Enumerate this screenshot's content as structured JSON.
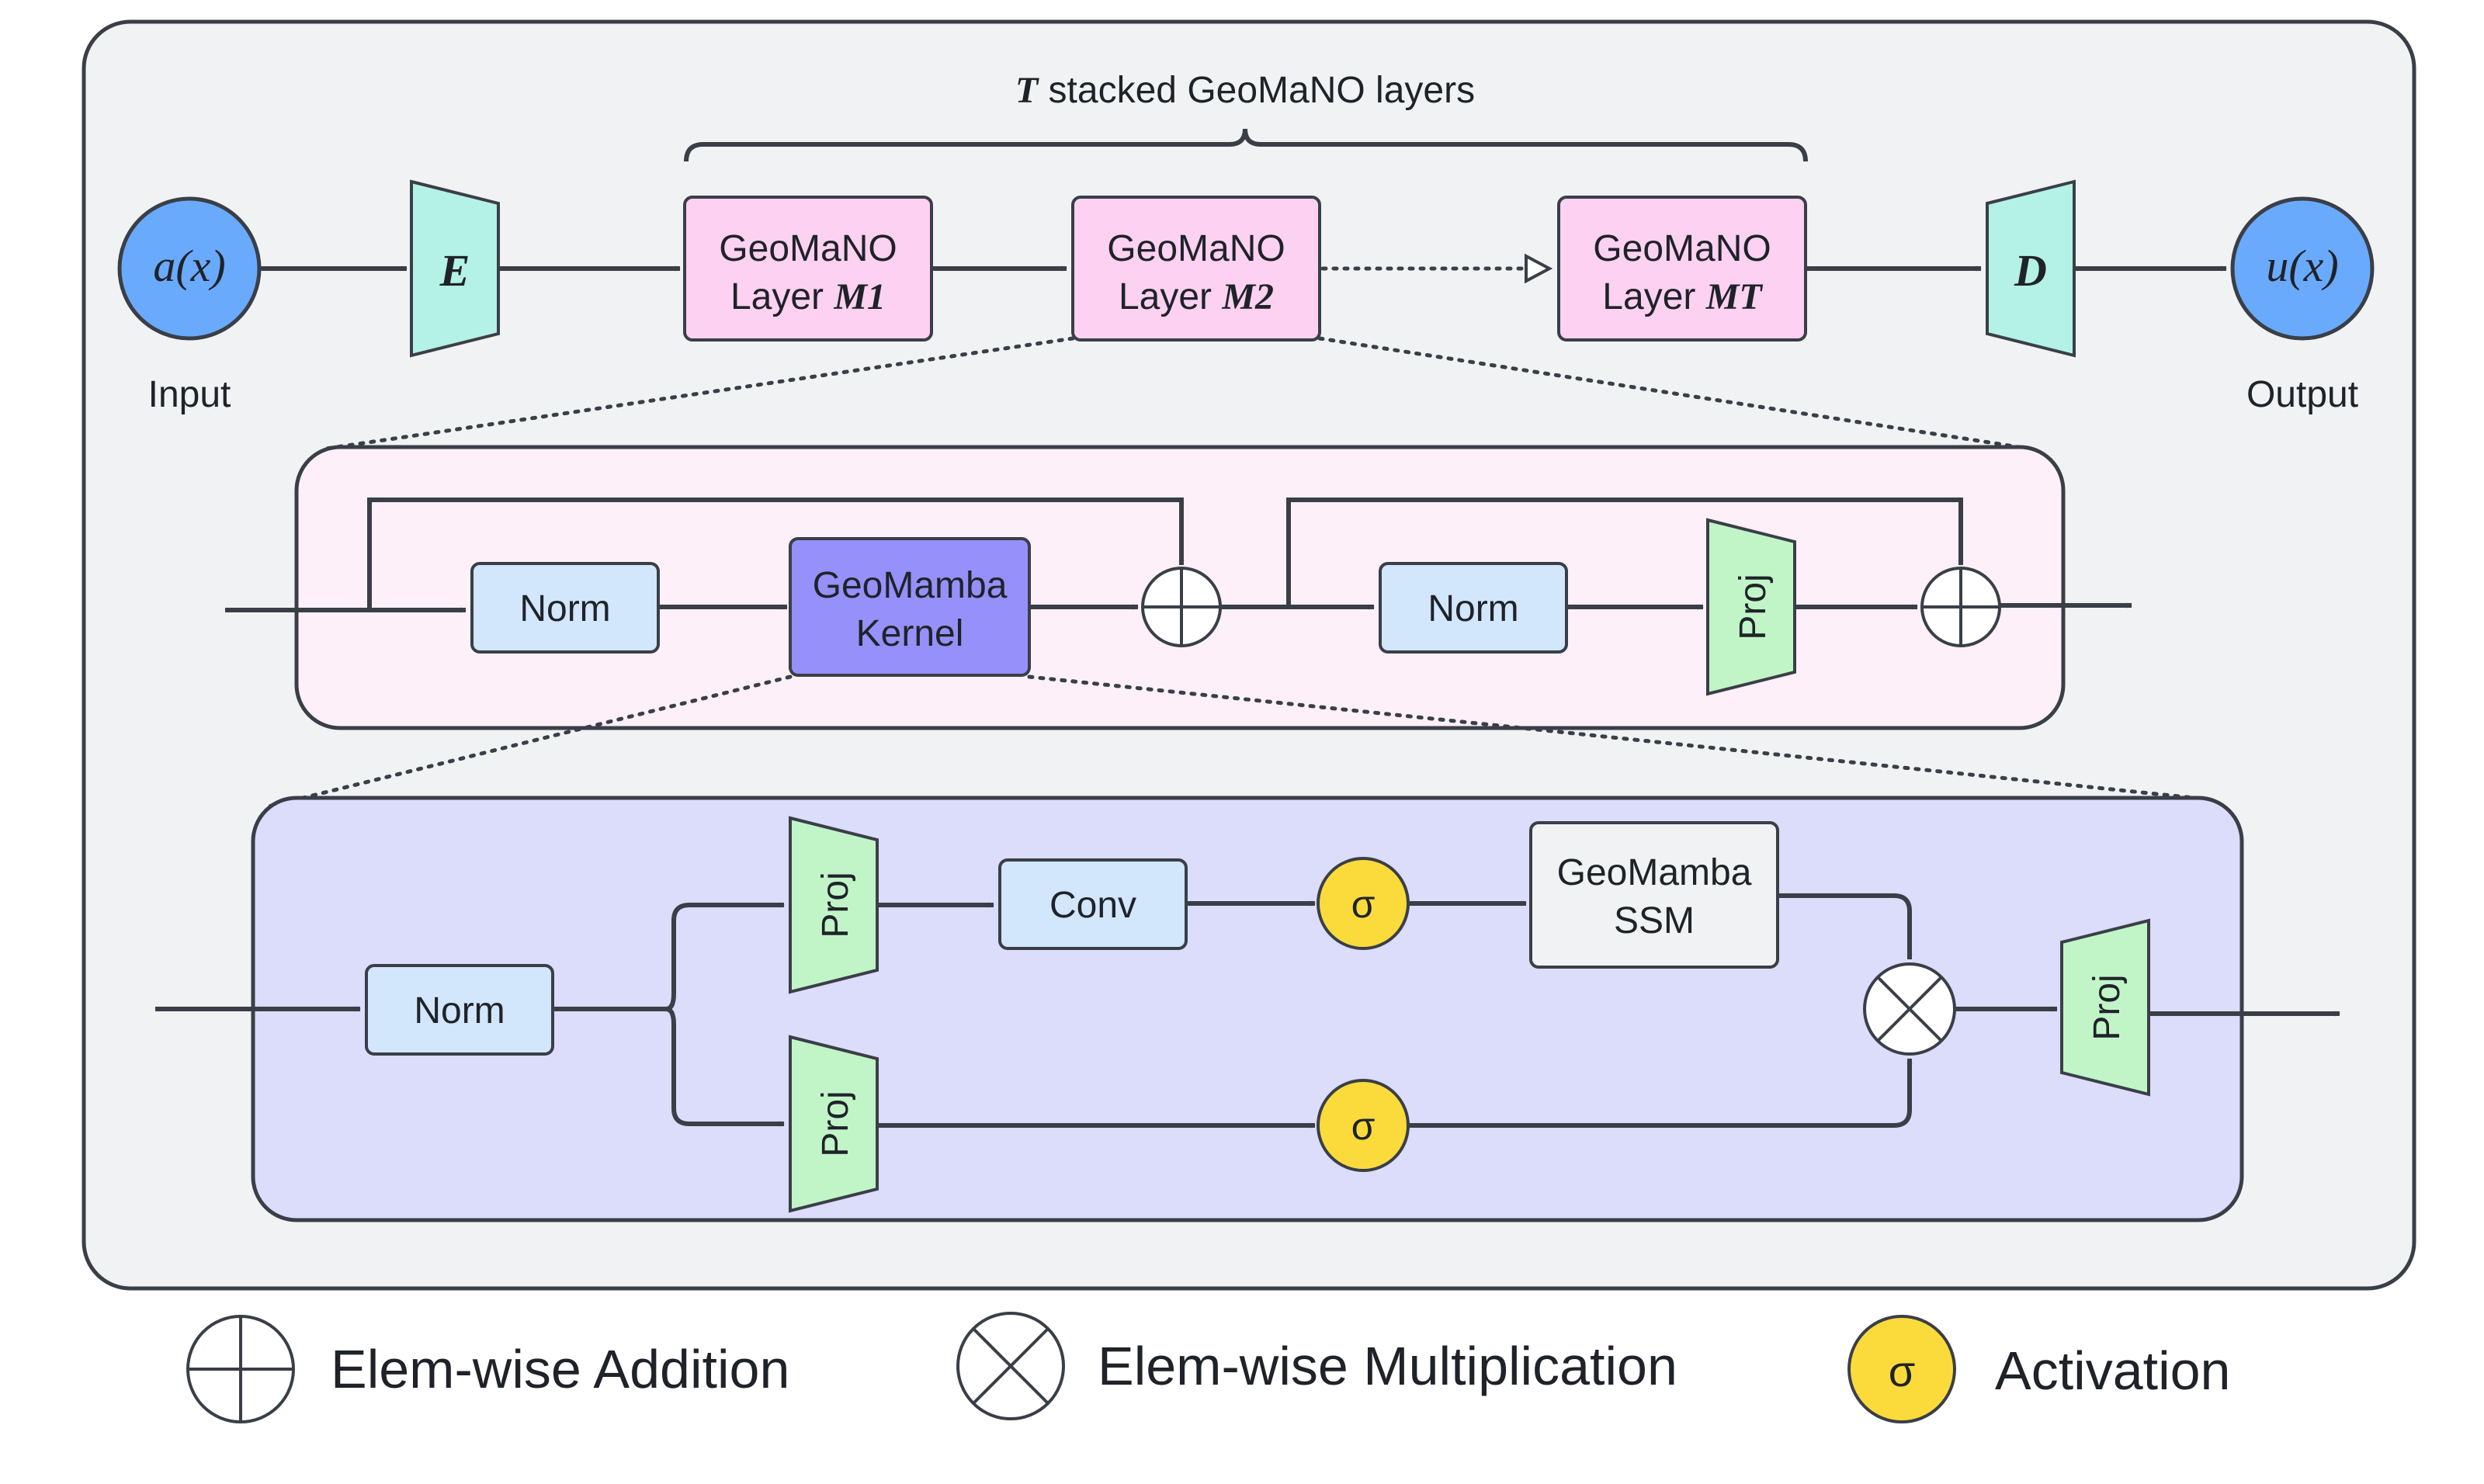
{
  "title": {
    "prefix": "T",
    "text": " stacked GeoMaNO layers"
  },
  "colors": {
    "outer_bg": "#f1f2f4",
    "layer_panel_bg": "#fdf0f9",
    "kernel_panel_bg": "#dcdcfb",
    "circle_blue": "#6aaafc",
    "trapezoid_teal": "#b4f1e6",
    "layer_pink": "#fcd1f1",
    "norm_blue": "#d2e6fc",
    "proj_green": "#c1f5c8",
    "kernel_purple": "#9690fa",
    "activation_yellow": "#fbdb3b",
    "ssm_gray": "#f1f2f4",
    "stroke": "#3a3f47"
  },
  "top_row": {
    "input": {
      "symbol": "a(x)",
      "caption": "Input"
    },
    "encoder": {
      "symbol": "E"
    },
    "layers": [
      {
        "line1": "GeoMaNO",
        "line2_prefix": "Layer ",
        "line2_symbol": "M1"
      },
      {
        "line1": "GeoMaNO",
        "line2_prefix": "Layer ",
        "line2_symbol": "M2"
      },
      {
        "line1": "GeoMaNO",
        "line2_prefix": "Layer ",
        "line2_symbol": "MT"
      }
    ],
    "decoder": {
      "symbol": "D"
    },
    "output": {
      "symbol": "u(x)",
      "caption": "Output"
    }
  },
  "layer_detail": {
    "norm1": "Norm",
    "kernel_line1": "GeoMamba",
    "kernel_line2": "Kernel",
    "norm2": "Norm",
    "proj": "Proj"
  },
  "kernel_detail": {
    "norm": "Norm",
    "proj_top": "Proj",
    "conv": "Conv",
    "sigma_top": "σ",
    "ssm_line1": "GeoMamba",
    "ssm_line2": "SSM",
    "proj_bottom": "Proj",
    "sigma_bottom": "σ",
    "proj_out": "Proj"
  },
  "legend": {
    "addition": "Elem-wise Addition",
    "multiplication": "Elem-wise Multiplication",
    "activation_symbol": "σ",
    "activation": "Activation"
  }
}
